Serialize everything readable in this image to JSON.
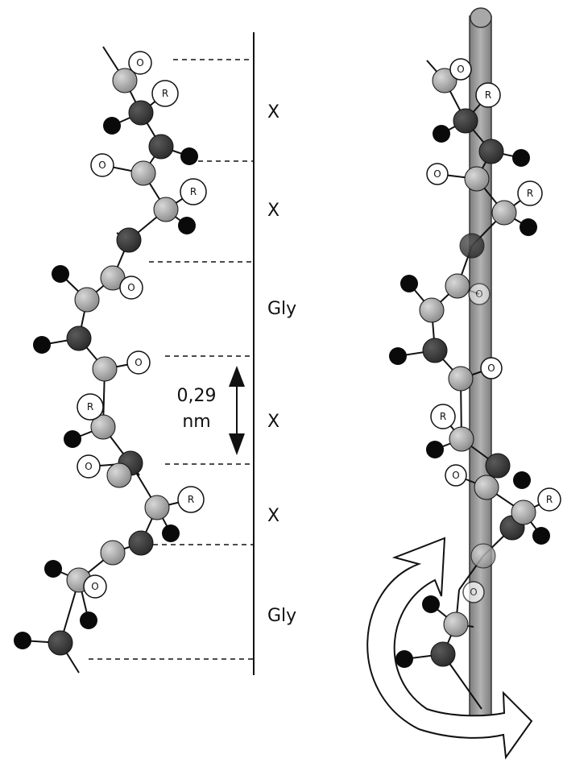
{
  "labels": {
    "segments": [
      "X",
      "X",
      "Gly",
      "X",
      "X",
      "Gly"
    ],
    "distance_value": "0,29",
    "distance_unit": "nm"
  },
  "atom_letters": {
    "oxygen": "O",
    "residue": "R"
  },
  "colors": {
    "dark_atom": "#3b3b3b",
    "black_atom": "#0a0a0a",
    "grey_atom": "#a6a6a6",
    "white_atom": "#ffffff",
    "axis_rod": "#9c9c9c",
    "line": "#111111"
  }
}
